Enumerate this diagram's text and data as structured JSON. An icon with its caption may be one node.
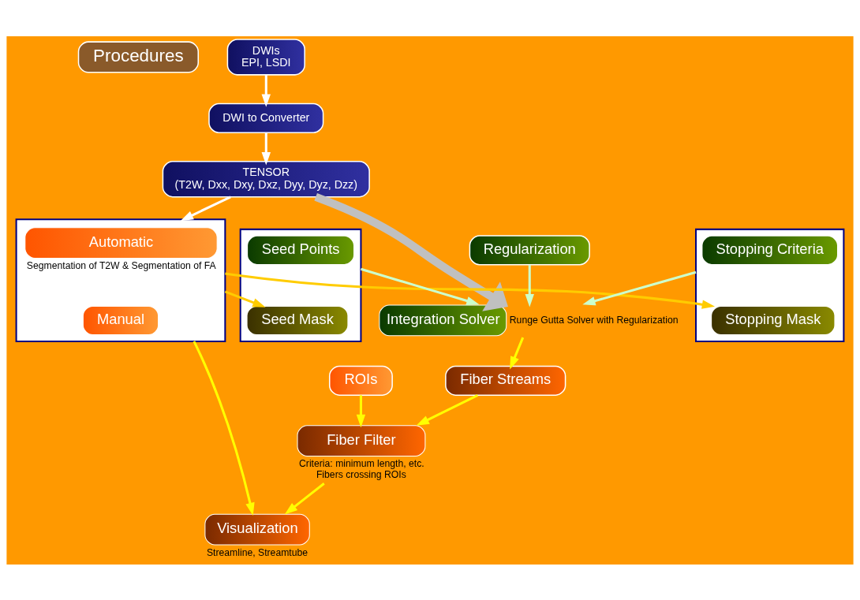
{
  "diagram": {
    "nodes": [
      {
        "text": [
          "Procedures"
        ]
      },
      {
        "text": [
          "DWIs",
          "EPI, LSDI"
        ]
      },
      {
        "text": [
          "DWI to Converter"
        ]
      },
      {
        "text": [
          "TENSOR",
          "(T2W, Dxx, Dxy, Dxz, Dyy, Dyz, Dzz)"
        ]
      },
      {
        "text": [],
        "shape": "box"
      },
      {
        "text": [
          "Automatic"
        ],
        "in": 4,
        "beside": [
          "Segmentation of T2W & Segmentation of FA"
        ]
      },
      {
        "text": [
          "Manual"
        ],
        "in": 4
      },
      {
        "text": [],
        "shape": "box"
      },
      {
        "text": [
          "Seed Points"
        ],
        "in": 7
      },
      {
        "text": [
          "Seed Mask"
        ],
        "in": 7
      },
      {
        "text": [],
        "shape": "box"
      },
      {
        "text": [
          "Stopping Criteria"
        ],
        "in": 10
      },
      {
        "text": [
          "Stopping Mask"
        ],
        "in": 10
      },
      {
        "text": [
          "Regularization"
        ]
      },
      {
        "text": [
          "ROIs"
        ]
      },
      {
        "text": [
          "Integration Solver"
        ],
        "beside": [
          "Runge Gutta Solver with Regularization"
        ]
      },
      {
        "text": [
          "Visualization"
        ],
        "beside": [
          "Streamline, Streamtube"
        ]
      },
      {
        "text": [
          "Fiber Filter"
        ],
        "beside": [
          "Criteria: minimum length, etc.",
          "Fibers crossing ROIs"
        ]
      },
      {
        "text": [
          "Fiber Streams"
        ]
      }
    ],
    "edges": [
      {
        "from": 1,
        "to": 2,
        "arrow": "to",
        "color": "#ffffff"
      },
      {
        "from": 2,
        "to": 3,
        "arrow": "to",
        "color": "#ffffff"
      },
      {
        "from": 3,
        "to": 4,
        "arrow": "to",
        "color": "#ffffff"
      },
      {
        "from": 3,
        "to": 15,
        "arrow": "to",
        "style": "thick",
        "color": "#c0c0c0"
      },
      {
        "from": 4,
        "to": 9,
        "arrow": "to",
        "color": "#ffcc00"
      },
      {
        "from": 4,
        "to": 12,
        "arrow": "to",
        "color": "#ffcc00"
      },
      {
        "from": 7,
        "to": 15,
        "arrow": "to",
        "color": "#ccffcc"
      },
      {
        "from": 10,
        "to": 15,
        "arrow": "to",
        "color": "#ccffcc"
      },
      {
        "from": 13,
        "to": 15,
        "arrow": "to",
        "color": "#ccffcc"
      },
      {
        "from": 4,
        "to": 16,
        "arrow": "to"
      },
      {
        "from": 14,
        "to": 17,
        "arrow": "to"
      },
      {
        "from": 15,
        "to": 18,
        "arrow": "to"
      },
      {
        "from": 18,
        "to": 17,
        "arrow": "to"
      },
      {
        "from": 17,
        "to": 16,
        "arrow": "to"
      }
    ]
  }
}
